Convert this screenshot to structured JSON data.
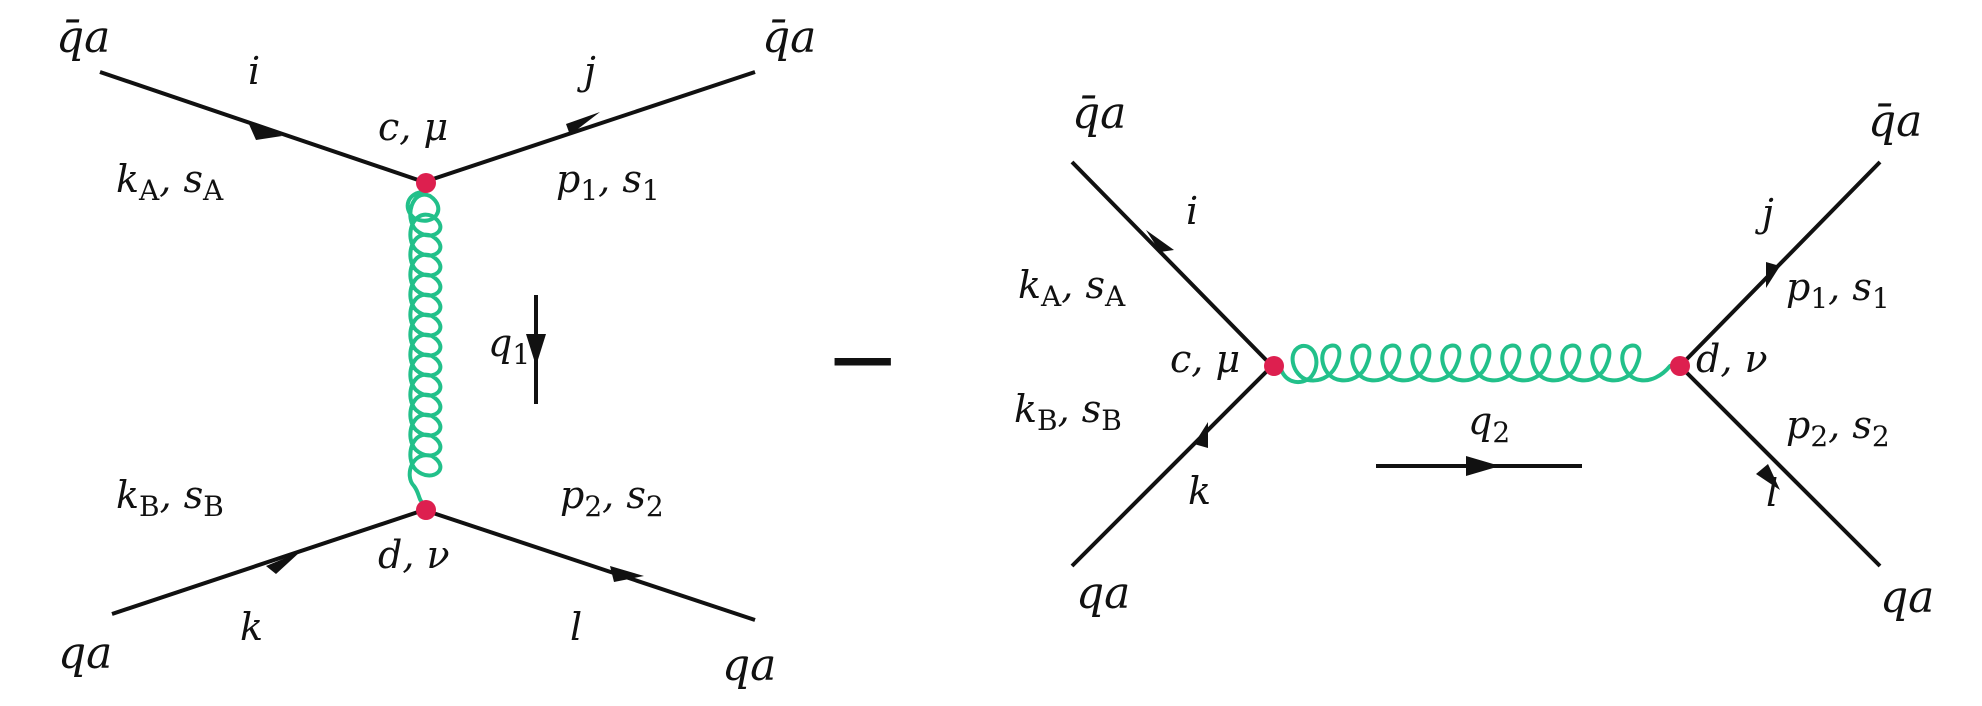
{
  "colors": {
    "line": "#111111",
    "gluon": "#22c08a",
    "vertex": "#dd1f4f",
    "background": "#ffffff"
  },
  "relation": "−",
  "diagrams": [
    {
      "id": "t-channel",
      "particles": {
        "top_left": "q̄a",
        "top_right": "q̄a",
        "bottom_left": "qa",
        "bottom_right": "qa"
      },
      "indices": {
        "i": "i",
        "j": "j",
        "k": "k",
        "l": "l"
      },
      "momenta": {
        "kA": "k",
        "kA_sub": "A",
        "sA": "s",
        "sA_sub": "A",
        "kB": "k",
        "kB_sub": "B",
        "sB": "s",
        "sB_sub": "B",
        "p1": "p",
        "p1_sub": "1",
        "s1": "s",
        "s1_sub": "1",
        "p2": "p",
        "p2_sub": "2",
        "s2": "s",
        "s2_sub": "2"
      },
      "vertices": {
        "top": "c, μ",
        "bottom": "d, ν"
      },
      "gluon": {
        "label": "q",
        "label_sub": "1"
      }
    },
    {
      "id": "s-channel",
      "particles": {
        "top_left": "q̄a",
        "top_right": "q̄a",
        "bottom_left": "qa",
        "bottom_right": "qa"
      },
      "indices": {
        "i": "i",
        "j": "j",
        "k": "k",
        "l": "l"
      },
      "momenta": {
        "kA": "k",
        "kA_sub": "A",
        "sA": "s",
        "sA_sub": "A",
        "kB": "k",
        "kB_sub": "B",
        "sB": "s",
        "sB_sub": "B",
        "p1": "p",
        "p1_sub": "1",
        "s1": "s",
        "s1_sub": "1",
        "p2": "p",
        "p2_sub": "2",
        "s2": "s",
        "s2_sub": "2"
      },
      "vertices": {
        "left": "c, μ",
        "right": "d, ν"
      },
      "gluon": {
        "label": "q",
        "label_sub": "2"
      }
    }
  ]
}
